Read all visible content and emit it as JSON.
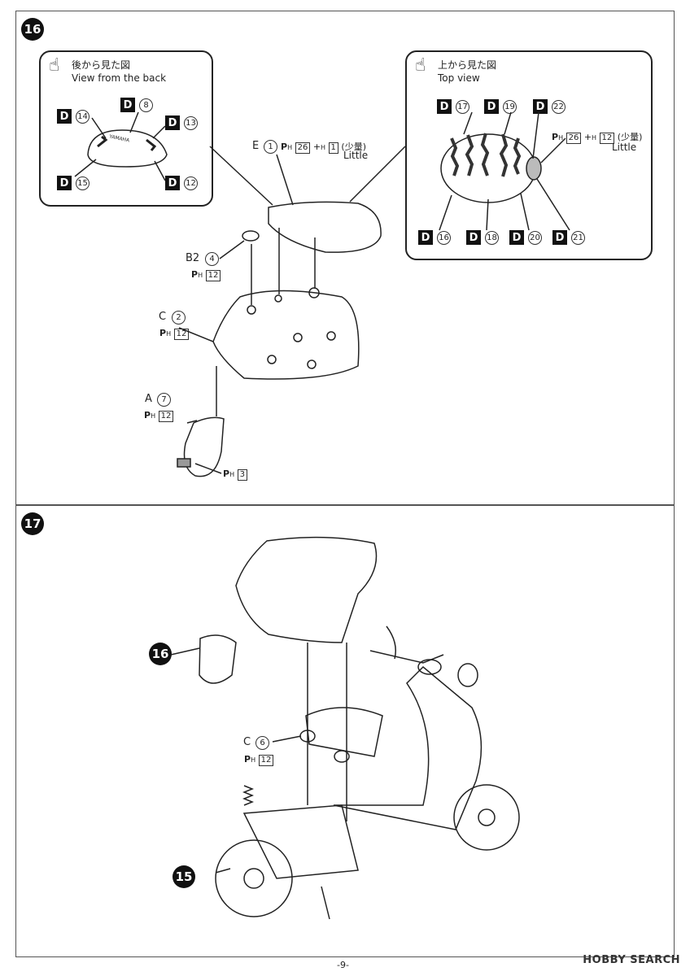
{
  "steps": [
    {
      "number": "16",
      "back_view": {
        "title_jp": "後から見た図",
        "title_en": "View from the back",
        "parts": [
          {
            "letter": "D",
            "num": "14"
          },
          {
            "letter": "D",
            "num": "8"
          },
          {
            "letter": "D",
            "num": "13"
          },
          {
            "letter": "D",
            "num": "15"
          },
          {
            "letter": "D",
            "num": "12"
          }
        ],
        "emblem_text": "YAMAHA"
      },
      "top_view": {
        "title_jp": "上から見た図",
        "title_en": "Top view",
        "parts": [
          {
            "letter": "D",
            "num": "17"
          },
          {
            "letter": "D",
            "num": "19"
          },
          {
            "letter": "D",
            "num": "22"
          },
          {
            "letter": "D",
            "num": "16"
          },
          {
            "letter": "D",
            "num": "18"
          },
          {
            "letter": "D",
            "num": "20"
          },
          {
            "letter": "D",
            "num": "21"
          }
        ],
        "paint": {
          "code1": "26",
          "plus": "+",
          "code2": "12",
          "note_jp": "(少量)",
          "note_en": "Little"
        }
      },
      "seat_part": {
        "letter": "E",
        "num": "1",
        "code1": "26",
        "plus": "+",
        "code2": "1",
        "note_jp": "(少量)",
        "note_en": "Little"
      },
      "b2": {
        "letter": "B2",
        "num": "4",
        "code": "12"
      },
      "c2": {
        "letter": "C",
        "num": "2",
        "code": "12"
      },
      "a7": {
        "letter": "A",
        "num": "7",
        "code": "12"
      },
      "taillight": {
        "code": "3"
      }
    },
    {
      "number": "17",
      "sub_assembly_16": "16",
      "sub_assembly_15": "15",
      "c6": {
        "letter": "C",
        "num": "6",
        "code": "12"
      }
    }
  ],
  "paint_prefix": "P",
  "paint_sub": "H",
  "footer": {
    "page": "-9-",
    "watermark": "HOBBY SEARCH"
  }
}
